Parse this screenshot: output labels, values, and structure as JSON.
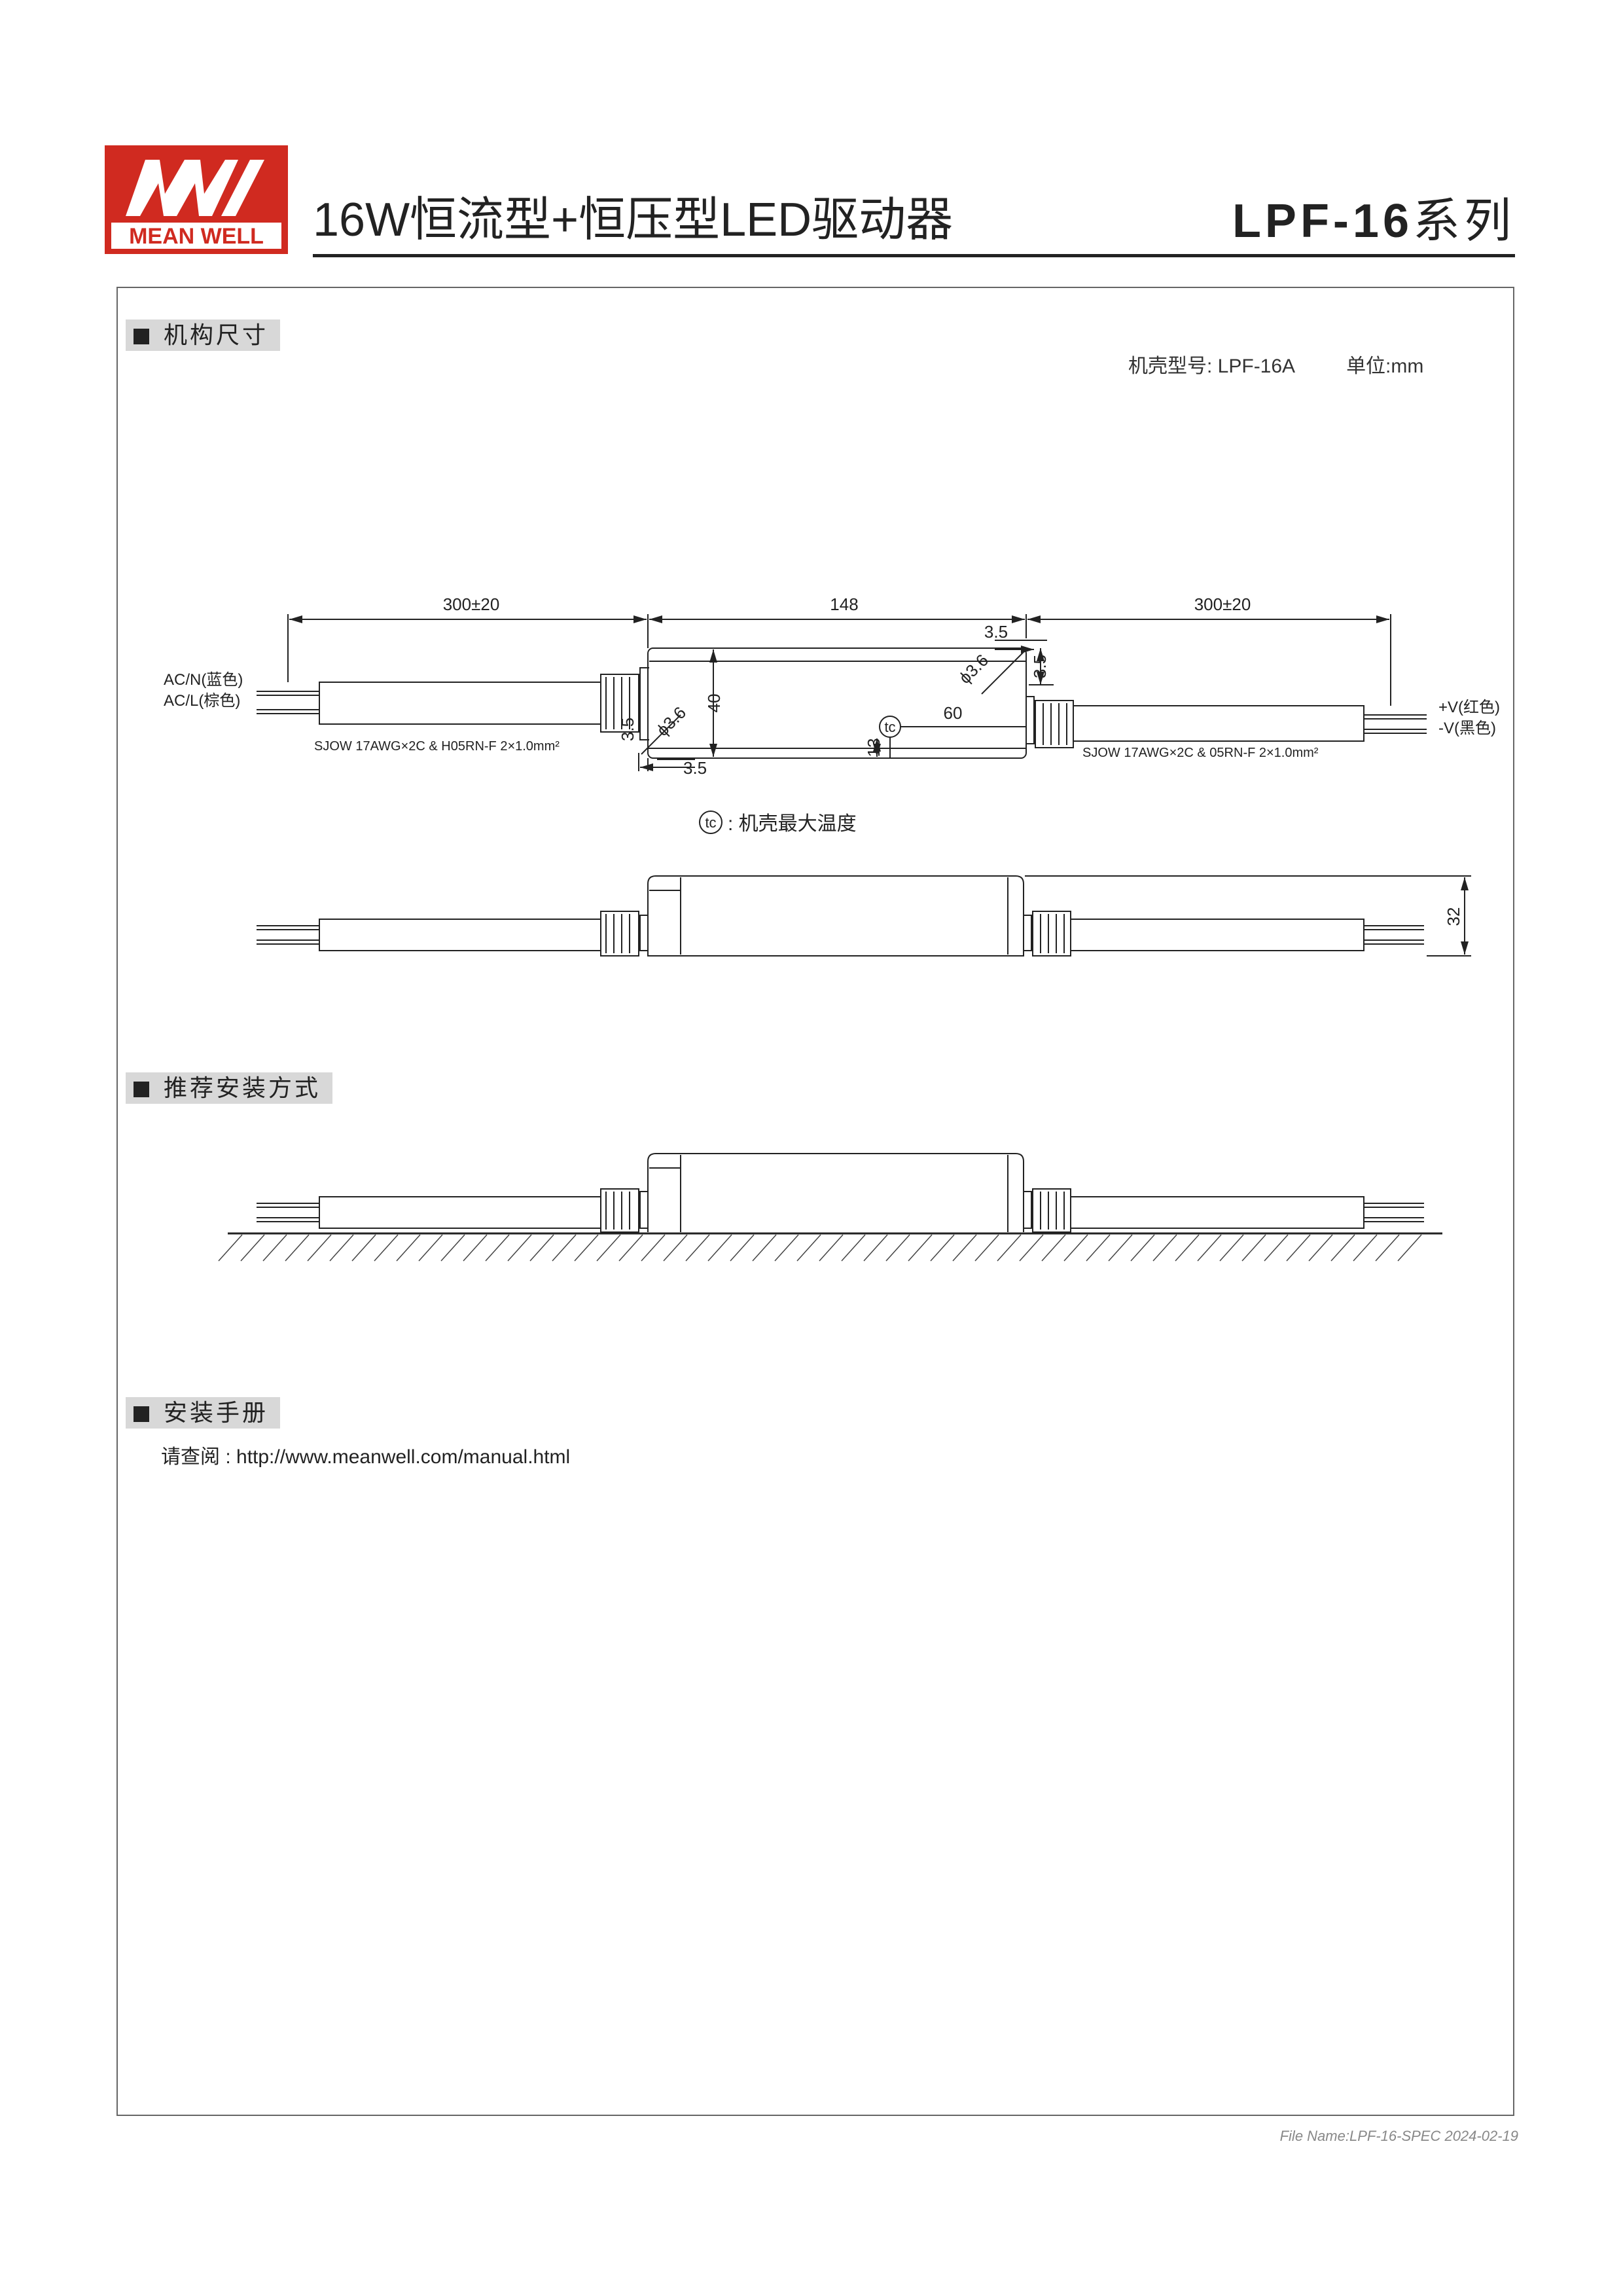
{
  "header": {
    "logo_text": "MEAN WELL",
    "title": "16W恒流型+恒压型LED驱动器",
    "series_model": "LPF-16",
    "series_suffix": "系列"
  },
  "colors": {
    "brand_red": "#d02a20",
    "line": "#222222",
    "tag_bg": "#d8d8d8",
    "frame": "#666666"
  },
  "sections": {
    "dimensions": {
      "heading": "机构尺寸",
      "case_label": "机壳型号: LPF-16A",
      "unit_label": "单位:mm",
      "ac_n": "AC/N(蓝色)",
      "ac_l": "AC/L(棕色)",
      "v_plus": "+V(红色)",
      "v_minus": "-V(黑色)",
      "input_cable": "SJOW 17AWG×2C & H05RN-F 2×1.0mm²",
      "output_cable": "SJOW 17AWG×2C & 05RN-F 2×1.0mm²",
      "dim_input_lead": "300±20",
      "dim_body_length": "148",
      "dim_output_lead": "300±20",
      "dim_body_height": "40",
      "dim_tc_offset": "60",
      "dim_tc_height": "13",
      "dim_side_height": "32",
      "dim_hole_left": "ϕ3.6",
      "dim_hole_right": "ϕ3.6",
      "dim_3_5_a": "3.5",
      "dim_3_5_b": "3.5",
      "dim_3_5_c": "3.5",
      "dim_3_5_d": "3.5",
      "tc_symbol": "tc",
      "tc_note": ": 机壳最大温度"
    },
    "mounting": {
      "heading": "推荐安装方式"
    },
    "manual": {
      "heading": "安装手册",
      "prefix": "请查阅 : ",
      "url": "http://www.meanwell.com/manual.html"
    }
  },
  "footer": {
    "file_name": "File Name:LPF-16-SPEC   2024-02-19"
  }
}
